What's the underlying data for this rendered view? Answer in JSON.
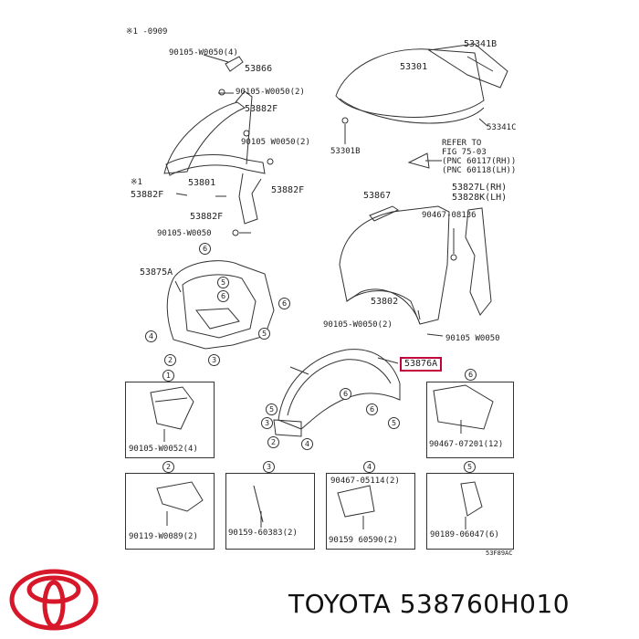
{
  "header": {
    "note": "※1   -0909"
  },
  "labels": {
    "l1": "90105-W0050(4)",
    "l2": "53866",
    "l3": "90105-W0050(2)",
    "l4": "53882F",
    "l5": "90105 W0050(2)",
    "l6": "※1",
    "l7": "53882F",
    "l8": "53801",
    "l9": "53882F",
    "l10": "53882F",
    "l11": "90105-W0050",
    "l12": "53875A",
    "l13": "53341B",
    "l14": "53301",
    "l15": "53341C",
    "l16": "53301B",
    "l17": "REFER TO",
    "l18": "FIG 75-03",
    "l19": "(PNC 60117(RH))",
    "l20": "(PNC 60118(LH))",
    "l21": "53867",
    "l22": "53827L(RH)",
    "l23": "53828K(LH)",
    "l24": "90467-08136",
    "l25": "53802",
    "l26": "90105-W0050(2)",
    "l27": "90105 W0050",
    "l28": "53876A",
    "l29": "90105-W0052(4)",
    "l30": "90467-07201(12)",
    "l31": "90467-05114(2)",
    "l32": "90119-W0089(2)",
    "l33": "90159-60383(2)",
    "l34": "90159 60590(2)",
    "l35": "90189-06047(6)",
    "l36": "53F89AC"
  },
  "callouts": [
    "1",
    "2",
    "3",
    "4",
    "5",
    "6"
  ],
  "brand": {
    "name": "TOYOTA",
    "part_number": "538760H010",
    "logo_color": "#d7182a"
  }
}
